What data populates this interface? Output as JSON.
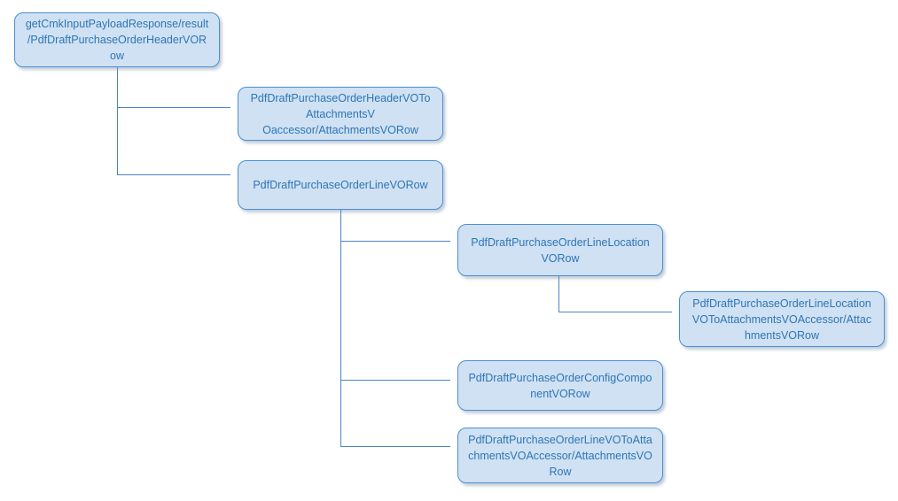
{
  "diagram": {
    "type": "hierarchy-tree",
    "description": "Payload response object hierarchy of purchase-order view-object rows",
    "colors": {
      "node_fill": "#cfe1f3",
      "node_border": "#4a8fd3",
      "node_text": "#2e75b6",
      "connector": "#4a86c5",
      "background": "#ffffff"
    },
    "nodes": [
      {
        "id": "root",
        "label": "getCmkInputPayloadResponse/result/PdfDraftPurchaseOrderHeaderVORow",
        "parent": null,
        "stacked": false
      },
      {
        "id": "header-attachments",
        "label": "PdfDraftPurchaseOrderHeaderVOToAttachmentsV Oaccessor/AttachmentsVORow",
        "parent": "root",
        "stacked": true
      },
      {
        "id": "line",
        "label": "PdfDraftPurchaseOrderLineVORow",
        "parent": "root",
        "stacked": true
      },
      {
        "id": "line-location",
        "label": "PdfDraftPurchaseOrderLineLocationVORow",
        "parent": "line",
        "stacked": true
      },
      {
        "id": "line-location-attachments",
        "label": "PdfDraftPurchaseOrderLineLocationVOToAttachmentsVOAccessor/AttachmentsVORow",
        "parent": "line-location",
        "stacked": true
      },
      {
        "id": "config-component",
        "label": "PdfDraftPurchaseOrderConfigComponentVORow",
        "parent": "line",
        "stacked": true
      },
      {
        "id": "line-attachments",
        "label": "PdfDraftPurchaseOrderLineVOToAttachmentsVOAccessor/AttachmentsVORow",
        "parent": "line",
        "stacked": true
      }
    ]
  }
}
